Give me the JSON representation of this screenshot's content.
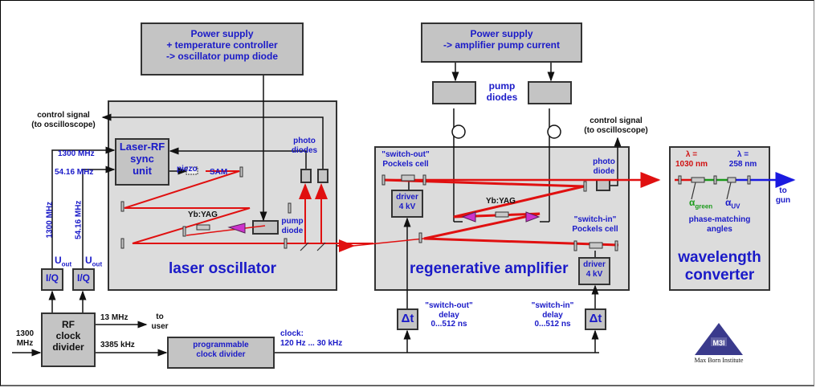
{
  "diagram": {
    "oscillator_power_supply": {
      "lines": [
        "Power supply",
        "+ temperature controller",
        "-> oscillator pump diode"
      ]
    },
    "amplifier_power_supply": {
      "lines": [
        "Power supply",
        "-> amplifier pump current"
      ]
    },
    "pump_diodes_label": [
      "pump",
      "diodes"
    ],
    "control_signal_left": [
      "control signal",
      "(to oscilloscope)"
    ],
    "control_signal_right": [
      "control signal",
      "(to oscilloscope)"
    ],
    "laser_oscillator": {
      "title": "laser oscillator",
      "sync_unit": [
        "Laser-RF",
        "sync",
        "unit"
      ],
      "piezo": "piezo",
      "sam": "SAM",
      "photo_diodes": [
        "photo",
        "diodes"
      ],
      "crystal": "Yb:YAG",
      "pump_diode": [
        "pump",
        "diode"
      ]
    },
    "rf_lines": {
      "f1300_h": "1300 MHz",
      "f5416_h": "54.16 MHz",
      "f1300_v": "1300 MHz",
      "f5416_v": "54.16 MHz",
      "uout1": "U",
      "uout1_sub": "out",
      "uout2": "U",
      "uout2_sub": "out",
      "iq1": "I/Q",
      "iq2": "I/Q"
    },
    "rf_clock_divider": {
      "label": [
        "RF",
        "clock",
        "divider"
      ],
      "input": [
        "1300",
        "MHz"
      ],
      "out_13": "13 MHz",
      "to_user": [
        "to",
        "user"
      ],
      "out_3385": "3385 kHz"
    },
    "programmable_divider": {
      "label": [
        "programmable",
        "clock divider"
      ],
      "clock": [
        "clock:",
        "120 Hz ... 30 kHz"
      ]
    },
    "regen_amp": {
      "title": "regenerative amplifier",
      "switch_out": [
        "\"switch-out\"",
        "Pockels cell"
      ],
      "switch_in": [
        "\"switch-in\"",
        "Pockels cell"
      ],
      "driver_out": [
        "driver",
        "4 kV"
      ],
      "driver_in": [
        "driver",
        "4 kV"
      ],
      "crystal": "Yb:YAG",
      "photo_diode": [
        "photo",
        "diode"
      ]
    },
    "delays": {
      "out_symbol": "Δt",
      "in_symbol": "Δt",
      "out_label": [
        "\"switch-out\"",
        "delay",
        "0...512 ns"
      ],
      "in_label": [
        "\"switch-in\"",
        "delay",
        "0...512 ns"
      ]
    },
    "wavelength_converter": {
      "title": [
        "wavelength",
        "converter"
      ],
      "lambda1": [
        "λ =",
        "1030 nm"
      ],
      "lambda2": [
        "λ =",
        "258 nm"
      ],
      "alpha_green": "α",
      "alpha_green_sub": "green",
      "alpha_uv": "α",
      "alpha_uv_sub": "UV",
      "phase_matching": [
        "phase-matching",
        "angles"
      ],
      "to_gun": [
        "to",
        "gun"
      ]
    },
    "logo": {
      "text": "M3I",
      "caption": "Max Born Institute"
    }
  },
  "colors": {
    "label_blue": "#1a1ac8",
    "beam_red": "#e01010",
    "beam_green": "#1a9a1a",
    "beam_blue": "#1a1ae0",
    "pump_magenta": "#cc33cc",
    "panel": "#dcdcdc",
    "box": "#c4c4c4"
  }
}
